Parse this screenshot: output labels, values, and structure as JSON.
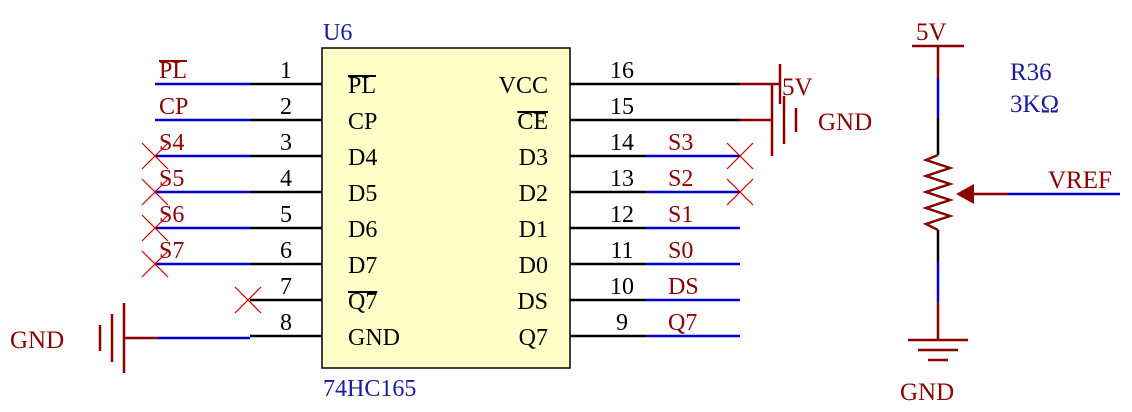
{
  "colors": {
    "wire": "#0000cc",
    "pin": "#000000",
    "net_label": "#8b0000",
    "ref_text": "#1a1aa0",
    "power": "#8b0000",
    "chip_fill": "#ffffc8",
    "chip_stroke": "#000000",
    "noconnect": "#cc0000"
  },
  "chip": {
    "designator": "U6",
    "part": "74HC165",
    "left_pins": [
      {
        "num": "1",
        "name": "PL",
        "bar": true,
        "net": "PL",
        "net_bar": true,
        "nc": false
      },
      {
        "num": "2",
        "name": "CP",
        "bar": false,
        "net": "CP",
        "net_bar": false,
        "nc": false
      },
      {
        "num": "3",
        "name": "D4",
        "bar": false,
        "net": "S4",
        "net_bar": false,
        "nc": true
      },
      {
        "num": "4",
        "name": "D5",
        "bar": false,
        "net": "S5",
        "net_bar": false,
        "nc": true
      },
      {
        "num": "5",
        "name": "D6",
        "bar": false,
        "net": "S6",
        "net_bar": false,
        "nc": true
      },
      {
        "num": "6",
        "name": "D7",
        "bar": false,
        "net": "S7",
        "net_bar": false,
        "nc": true
      },
      {
        "num": "7",
        "name": "Q7",
        "bar": true,
        "net": "",
        "net_bar": false,
        "nc": true
      },
      {
        "num": "8",
        "name": "GND",
        "bar": false,
        "net": "GND",
        "net_bar": false,
        "nc": false
      }
    ],
    "right_pins": [
      {
        "num": "16",
        "name": "VCC",
        "bar": false,
        "net": "",
        "nc": false
      },
      {
        "num": "15",
        "name": "CE",
        "bar": true,
        "net": "",
        "nc": false
      },
      {
        "num": "14",
        "name": "D3",
        "bar": false,
        "net": "S3",
        "nc": true
      },
      {
        "num": "13",
        "name": "D2",
        "bar": false,
        "net": "S2",
        "nc": true
      },
      {
        "num": "12",
        "name": "D1",
        "bar": false,
        "net": "S1",
        "nc": false
      },
      {
        "num": "11",
        "name": "D0",
        "bar": false,
        "net": "S0",
        "nc": false
      },
      {
        "num": "10",
        "name": "DS",
        "bar": false,
        "net": "DS",
        "nc": false
      },
      {
        "num": "9",
        "name": "Q7",
        "bar": false,
        "net": "Q7",
        "nc": false
      }
    ]
  },
  "power": {
    "vcc_label": "5V",
    "gnd_right_label": "GND",
    "gnd_left_label": "GND"
  },
  "resistor": {
    "designator": "R36",
    "value": "3KΩ",
    "top_label": "5V",
    "bottom_label": "GND",
    "wiper_net": "VREF"
  }
}
